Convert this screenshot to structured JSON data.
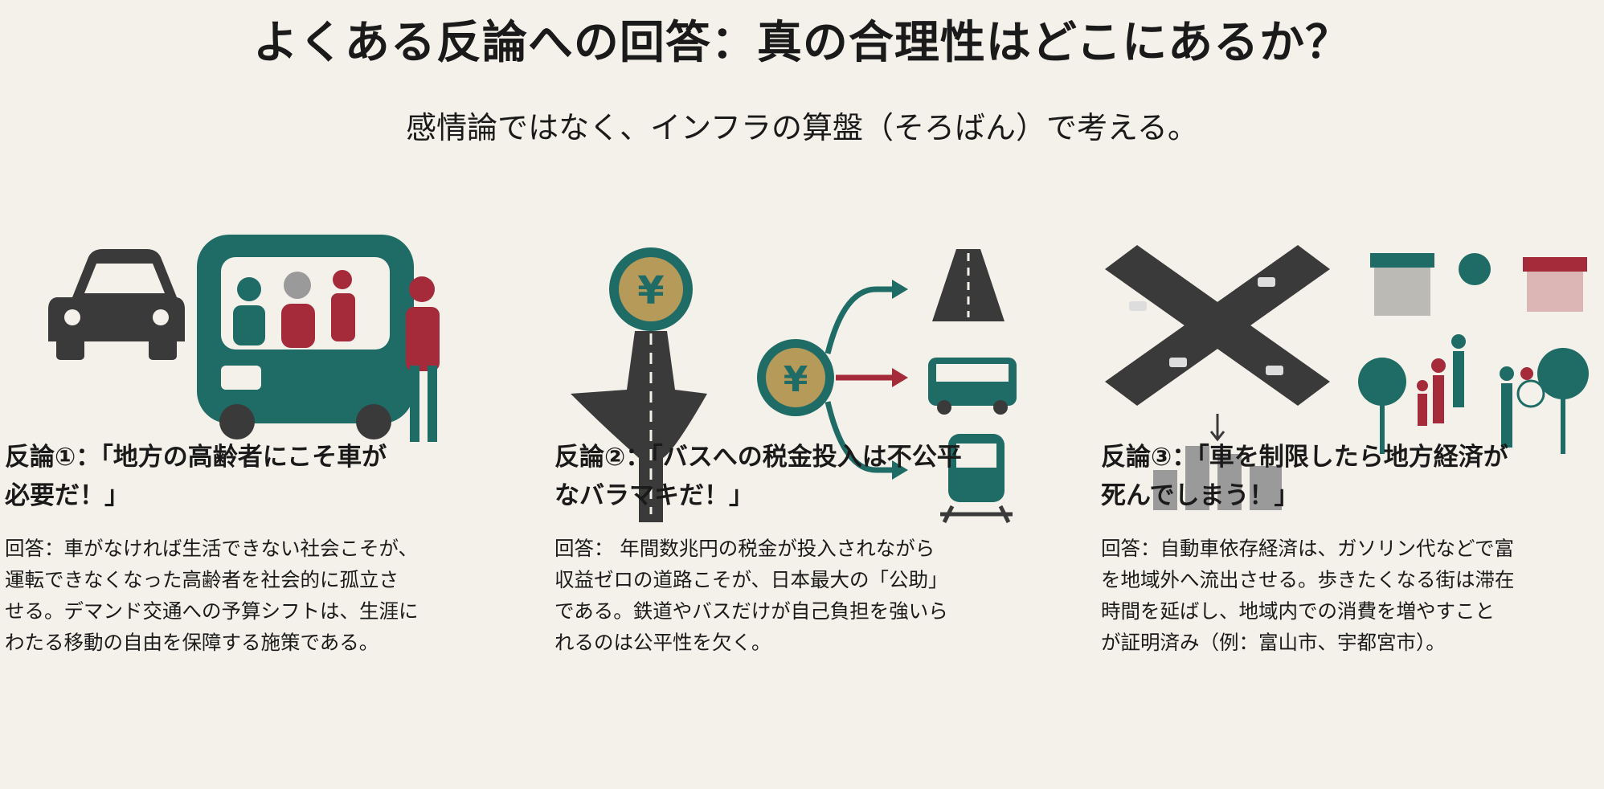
{
  "title": "よくある反論への回答：真の合理性はどこにあるか？",
  "subtitle": "感情論ではなく、インフラの算盤（そろばん）で考える。",
  "colors": {
    "background": "#f4f1ea",
    "teal": "#1f6b66",
    "red": "#a52a3a",
    "dark": "#3a3a3a",
    "gold": "#b59a5a",
    "gray": "#9a9a9a"
  },
  "columns": [
    {
      "heading_lines": [
        "反論①：「地方の高齢者にこそ車が",
        "必要だ！」"
      ],
      "body_lines": [
        "回答：車がなければ生活できない社会こそが、",
        "運転できなくなった高齢者を社会的に孤立さ",
        "せる。デマンド交通への予算シフトは、生涯に",
        "わたる移動の自由を保障する施策である。"
      ]
    },
    {
      "heading_lines": [
        "反論②：「バスへの税金投入は不公平",
        "なバラマキだ！」"
      ],
      "body_lines": [
        "回答： 年間数兆円の税金が投入されながら",
        "収益ゼロの道路こそが、日本最大の「公助」",
        "である。鉄道やバスだけが自己負担を強いら",
        "れるのは公平性を欠く。"
      ],
      "coin_symbol": "¥"
    },
    {
      "heading_lines": [
        "反論③：「車を制限したら地方経済が",
        "死んでしまう！」"
      ],
      "body_lines": [
        "回答：自動車依存経済は、ガソリン代などで富",
        "を地域外へ流出させる。歩きたくなる街は滞在",
        "時間を延ばし、地域内での消費を増やすこと",
        "が証明済み（例：富山市、宇都宮市）。"
      ]
    }
  ]
}
